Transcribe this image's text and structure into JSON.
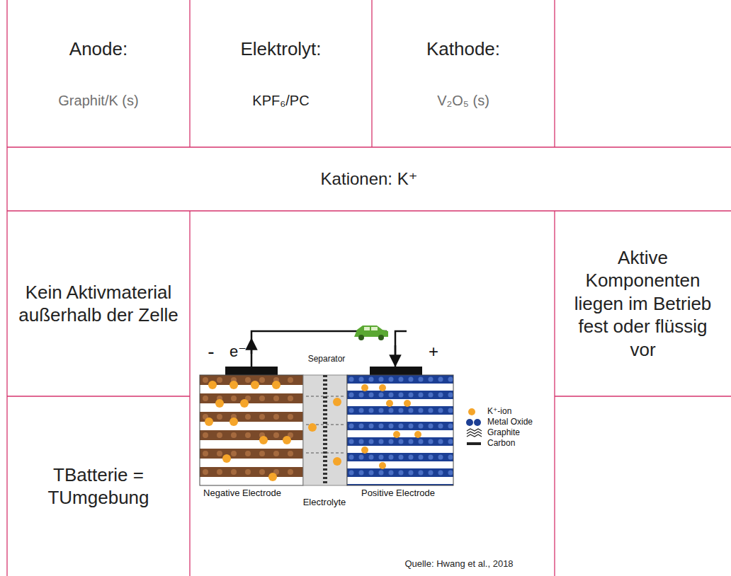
{
  "diagram": {
    "nodes": [
      {
        "text": [
          "Anode:",
          "Graphit/K (s)"
        ]
      },
      {
        "text": [
          "Elektrolyt:",
          "KPF₆/PC"
        ]
      },
      {
        "text": [
          "Kathode:",
          "V₂O₅ (s)"
        ]
      },
      {
        "text": [
          "Kationen: K⁺"
        ]
      },
      {
        "text": [
          "Kein Aktivmaterial außerhalb der Zelle"
        ]
      },
      {
        "text": [
          "Aktive Komponenten liegen im Betrieb fest oder flüssig vor"
        ]
      },
      {
        "text": [
          "TBatterie = TUmgebung"
        ]
      }
    ],
    "labels": [
      "-",
      "e⁻",
      "Separator",
      "+",
      "Negative Electrode",
      "Electrolyte",
      "Positive Electrode",
      "Quelle: Hwang et al., 2018"
    ],
    "legend": [
      {
        "text": "K⁺-ion",
        "color": "#f5a52a"
      },
      {
        "text": "Metal Oxide",
        "color": "#1c3f94"
      },
      {
        "text": "Graphite"
      },
      {
        "text": "Carbon"
      }
    ]
  }
}
